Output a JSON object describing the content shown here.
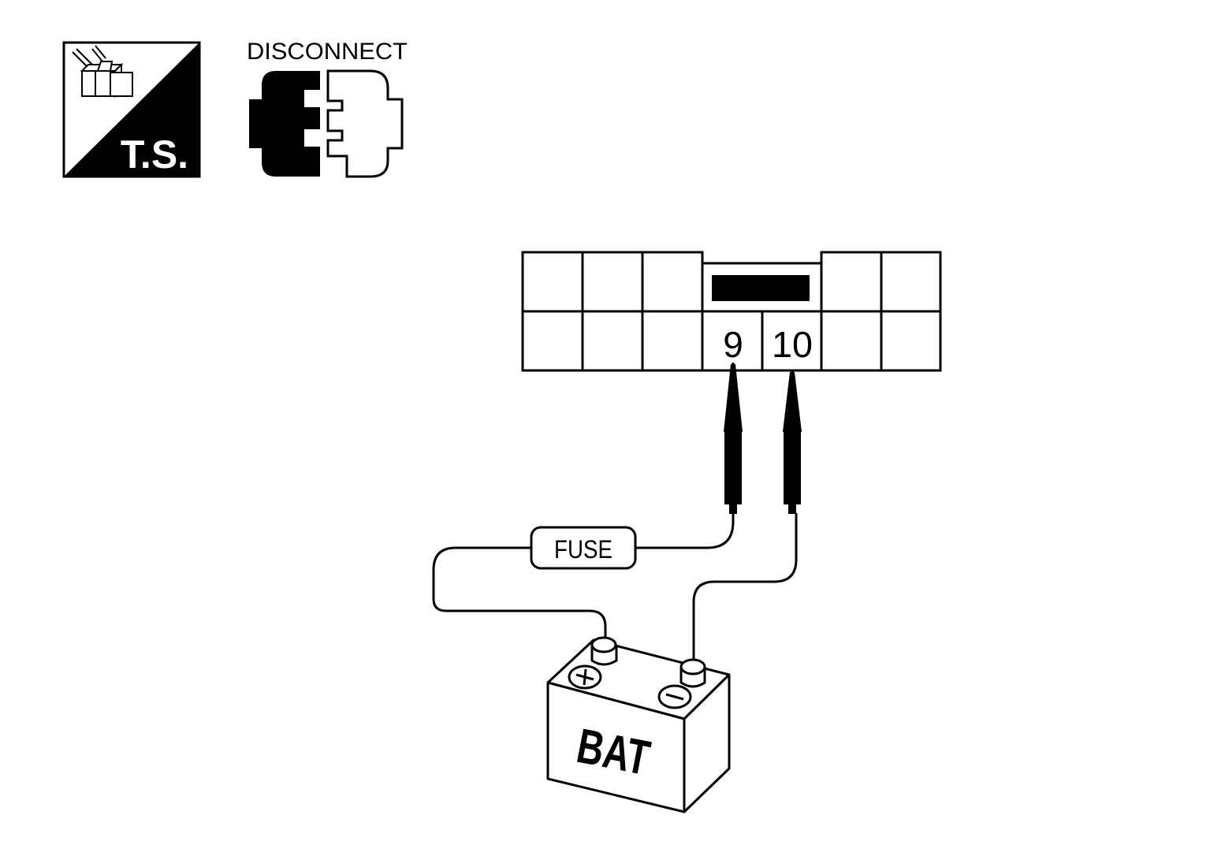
{
  "icons": {
    "ts_label": "T.S.",
    "disconnect_label": "DISCONNECT"
  },
  "connector": {
    "pins": [
      {
        "label": "9"
      },
      {
        "label": "10"
      }
    ]
  },
  "fuse_label": "FUSE",
  "battery": {
    "label": "BAT",
    "positive_symbol": "+",
    "negative_symbol": "−"
  },
  "colors": {
    "ink": "#000000",
    "paper": "#ffffff"
  }
}
